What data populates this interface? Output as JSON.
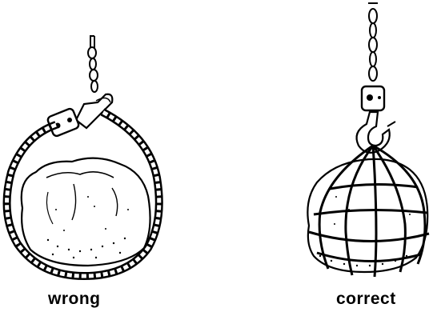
{
  "panels": {
    "wrong": {
      "caption": "wrong"
    },
    "correct": {
      "caption": "correct"
    }
  },
  "colors": {
    "ink": "#000000",
    "paper": "#ffffff"
  },
  "icons": {
    "wrong_panel": "rock-in-chain-loop-illustration",
    "correct_panel": "rock-in-rope-net-sling-illustration"
  }
}
